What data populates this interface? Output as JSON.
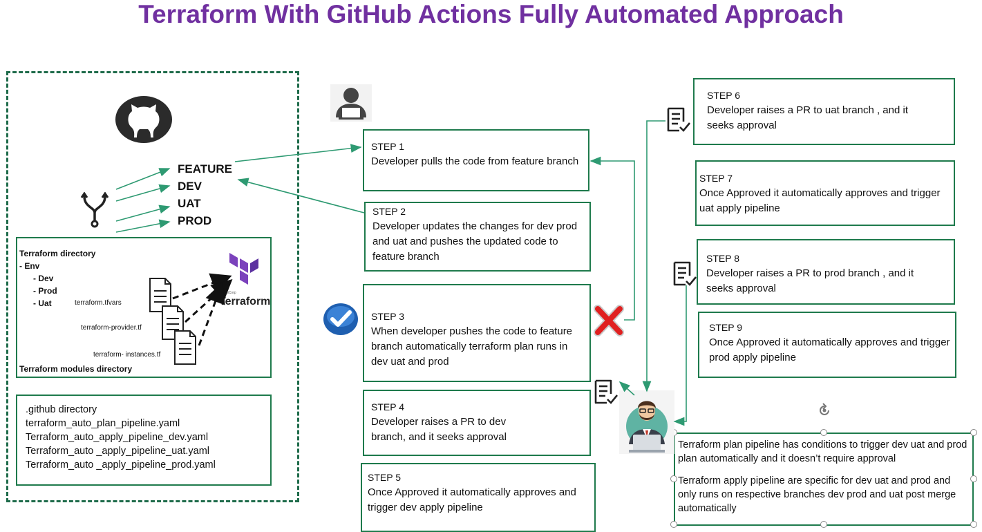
{
  "title": "Terraform With GitHub Actions Fully Automated Approach",
  "branches": [
    "FEATURE",
    "DEV",
    "UAT",
    "PROD"
  ],
  "tf_dir": {
    "heading": "Terraform directory",
    "tree": [
      "- Env",
      "- Dev",
      "- Prod",
      "- Uat"
    ],
    "files": [
      "terraform.tfvars",
      "terraform-provider.tf",
      "terraform- instances.tf"
    ],
    "modules": "Terraform modules directory",
    "logo_small": "HashiCorp",
    "logo_text": "Terraform"
  },
  "github_dir": {
    "lines": [
      ".github directory",
      "terraform_auto_plan_pipeline.yaml",
      "Terraform_auto_apply_pipeline_dev.yaml",
      "Terraform_auto _apply_pipeline_uat.yaml",
      "Terraform_auto _apply_pipeline_prod.yaml"
    ]
  },
  "steps": [
    {
      "head": "STEP 1",
      "text": "Developer pulls the code from feature branch"
    },
    {
      "head": "STEP 2",
      "text": "Developer updates the changes for dev prod and uat and pushes the updated code to feature branch"
    },
    {
      "head": "STEP 3",
      "text": "When developer pushes the code to feature branch automatically terraform plan runs in dev uat and prod"
    },
    {
      "head": "STEP 4",
      "text": "Developer raises a PR to dev branch, and it  seeks approval"
    },
    {
      "head": "STEP 5",
      "text": "Once Approved it automatically approves and trigger dev apply pipeline"
    },
    {
      "head": "STEP 6",
      "text": "Developer raises a PR to uat branch , and it seeks approval"
    },
    {
      "head": "STEP 7",
      "text": "Once Approved it automatically approves and trigger uat apply pipeline"
    },
    {
      "head": "STEP 8",
      "text": "Developer raises a PR to prod branch , and it seeks approval"
    },
    {
      "head": "STEP 9",
      "text": "Once Approved it automatically approves and trigger prod apply pipeline"
    }
  ],
  "note": {
    "p1": "Terraform plan pipeline has conditions to trigger  dev uat and prod plan automatically and it doesn’t require approval",
    "p2": "Terraform apply pipeline are specific for dev uat and prod and only runs on respective branches dev prod and uat post merge automatically"
  },
  "colors": {
    "title": "#7030a0",
    "box_border": "#1e7a4c",
    "arrow": "#2e9a72",
    "cross": "#e02020",
    "check": "#1f5fb0"
  },
  "icons": [
    "github-icon",
    "branch-icon",
    "developer-icon",
    "terraform-logo-icon",
    "file-icon",
    "checkmark-badge-icon",
    "red-cross-icon",
    "document-check-icon",
    "rotate-handle-icon"
  ]
}
